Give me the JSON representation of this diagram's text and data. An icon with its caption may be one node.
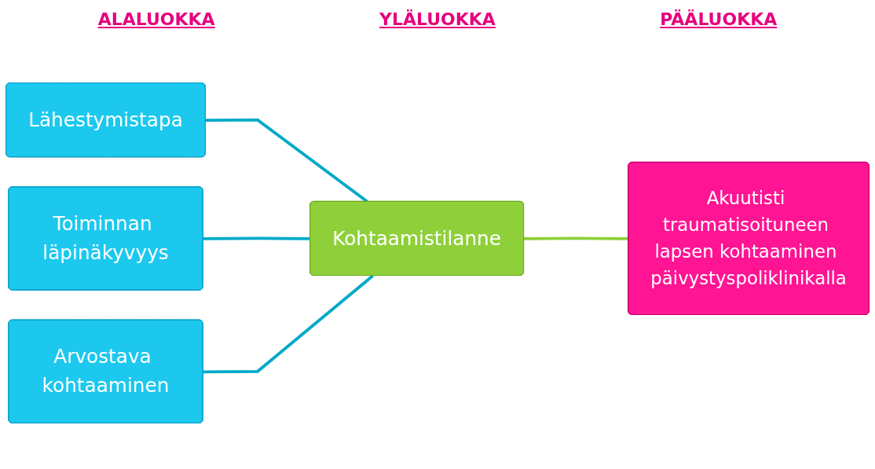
{
  "diagram": {
    "nodes": [
      {
        "text": [
          "Lähestymistapa"
        ]
      },
      {
        "text": [
          "Toiminnan läpinäkyvyys"
        ]
      },
      {
        "text": [
          "Arvostava kohtaaminen"
        ]
      },
      {
        "text": [
          "Kohtaamistilanne"
        ]
      },
      {
        "text": [
          "Akuutisti traumatisoituneen lapsen kohtaaminen päivystyspoliklinikalla"
        ]
      }
    ],
    "edges": [
      {
        "from": 0,
        "to": 3,
        "arrow": "none"
      },
      {
        "from": 1,
        "to": 3,
        "arrow": "none"
      },
      {
        "from": 2,
        "to": 3,
        "arrow": "none"
      },
      {
        "from": 3,
        "to": 4,
        "arrow": "none",
        "color": "#8fd03a"
      }
    ],
    "labels": [
      "ALALUOKKA",
      "YLÄLUOKKA",
      "PÄÄLUOKKA"
    ]
  }
}
